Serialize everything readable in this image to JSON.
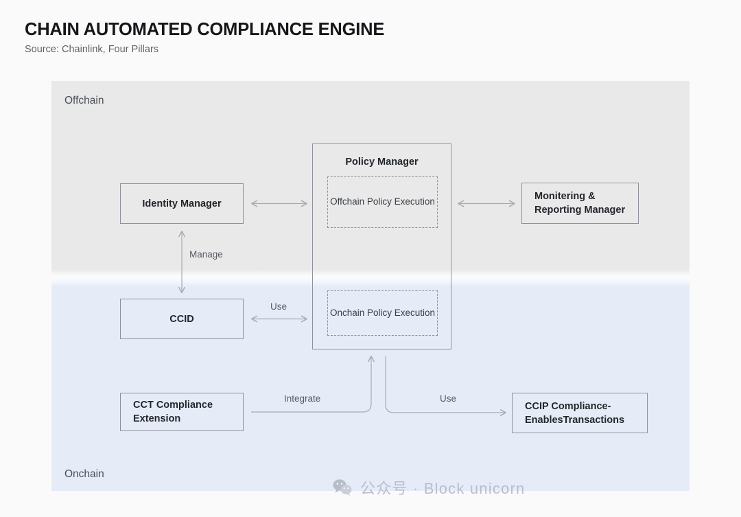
{
  "header": {
    "title": "CHAIN AUTOMATED COMPLIANCE ENGINE",
    "source": "Source: Chainlink, Four Pillars"
  },
  "bands": [
    {
      "id": "offchain",
      "label": "Offchain",
      "color": "#e9e9e9"
    },
    {
      "id": "onchain",
      "label": "Onchain",
      "color": "#e5ecf8"
    }
  ],
  "nodes": {
    "identity": {
      "label": "Identity Manager",
      "band": "offchain"
    },
    "monitoring": {
      "label": "Monitering & Reporting Manager",
      "band": "offchain"
    },
    "policy": {
      "label": "Policy Manager",
      "band": "both"
    },
    "policy_sub_offchain": {
      "label": "Offchain Policy Execution"
    },
    "policy_sub_onchain": {
      "label": "Onchain Policy Execution"
    },
    "ccid": {
      "label": "CCID",
      "band": "onchain"
    },
    "cct": {
      "label": "CCT Compliance Extension",
      "band": "onchain"
    },
    "ccip": {
      "label": "CCIP Compliance-EnablesTransactions",
      "band": "onchain"
    }
  },
  "edges": [
    {
      "from": "identity",
      "to": "policy",
      "label": "",
      "arrow": "both"
    },
    {
      "from": "policy",
      "to": "monitoring",
      "label": "",
      "arrow": "both"
    },
    {
      "from": "identity",
      "to": "ccid",
      "label": "Manage",
      "arrow": "both"
    },
    {
      "from": "ccid",
      "to": "policy",
      "label": "Use",
      "arrow": "both"
    },
    {
      "from": "cct",
      "to": "policy",
      "label": "Integrate",
      "arrow": "to-policy"
    },
    {
      "from": "policy",
      "to": "ccip",
      "label": "Use",
      "arrow": "to-ccip"
    }
  ],
  "edge_labels": {
    "manage": "Manage",
    "use_ccid": "Use",
    "integrate": "Integrate",
    "use_ccip": "Use"
  },
  "watermark": {
    "text": "公众号 · Block unicorn",
    "icon": "wechat-icon"
  },
  "colors": {
    "page_background": "#fafafa",
    "offchain_band": "#e9e9e9",
    "onchain_band": "#e5ecf8",
    "node_border": "#8d9199",
    "text": "#23262b",
    "muted_text": "#585d65",
    "connector": "#a7abb2"
  }
}
